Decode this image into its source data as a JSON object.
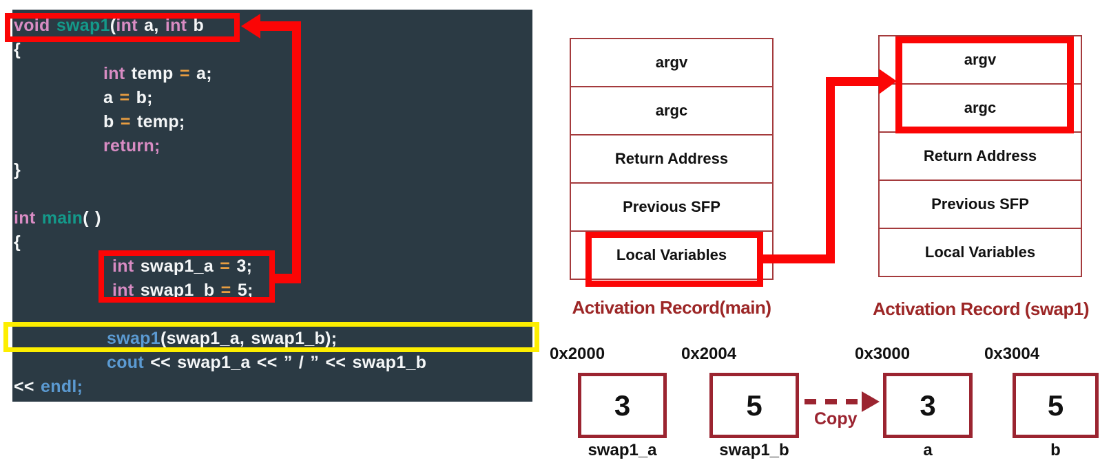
{
  "code": {
    "lines": [
      {
        "indent": 0,
        "tokens": [
          {
            "t": "void ",
            "c": "pink"
          },
          {
            "t": "swap1",
            "c": "teal"
          },
          {
            "t": "(",
            "c": "white"
          },
          {
            "t": "int",
            "c": "pink"
          },
          {
            "t": " a, ",
            "c": "white"
          },
          {
            "t": "int",
            "c": "pink"
          },
          {
            "t": " b",
            "c": "white"
          }
        ]
      },
      {
        "indent": 0,
        "tokens": [
          {
            "t": "{",
            "c": "white"
          }
        ]
      },
      {
        "indent": 1,
        "tokens": [
          {
            "t": "int",
            "c": "pink"
          },
          {
            "t": " temp ",
            "c": "white"
          },
          {
            "t": "=",
            "c": "orange"
          },
          {
            "t": " a;",
            "c": "white"
          }
        ]
      },
      {
        "indent": 1,
        "tokens": [
          {
            "t": "a ",
            "c": "white"
          },
          {
            "t": "=",
            "c": "orange"
          },
          {
            "t": " b;",
            "c": "white"
          }
        ]
      },
      {
        "indent": 1,
        "tokens": [
          {
            "t": "b ",
            "c": "white"
          },
          {
            "t": "=",
            "c": "orange"
          },
          {
            "t": " temp;",
            "c": "white"
          }
        ]
      },
      {
        "indent": 1,
        "tokens": [
          {
            "t": "return;",
            "c": "pink"
          }
        ]
      },
      {
        "indent": 0,
        "tokens": [
          {
            "t": "}",
            "c": "white"
          }
        ]
      },
      {
        "indent": 0,
        "tokens": []
      },
      {
        "indent": 0,
        "tokens": [
          {
            "t": "int ",
            "c": "pink"
          },
          {
            "t": "main",
            "c": "teal"
          },
          {
            "t": "( )",
            "c": "white"
          }
        ]
      },
      {
        "indent": 0,
        "tokens": [
          {
            "t": "{",
            "c": "white"
          }
        ]
      },
      {
        "indent": 2,
        "tokens": [
          {
            "t": "int ",
            "c": "pink"
          },
          {
            "t": "swap1_a ",
            "c": "white"
          },
          {
            "t": "= ",
            "c": "orange"
          },
          {
            "t": "3;",
            "c": "white"
          }
        ]
      },
      {
        "indent": 2,
        "tokens": [
          {
            "t": "int ",
            "c": "pink"
          },
          {
            "t": "swap1_b ",
            "c": "white"
          },
          {
            "t": "= ",
            "c": "orange"
          },
          {
            "t": "5;",
            "c": "white"
          }
        ]
      },
      {
        "indent": 0,
        "tokens": []
      },
      {
        "indent": 3,
        "tokens": [
          {
            "t": "swap1",
            "c": "blue"
          },
          {
            "t": "(swap1_a, swap1_b);",
            "c": "white"
          }
        ]
      },
      {
        "indent": 3,
        "tokens": [
          {
            "t": "cout ",
            "c": "blue"
          },
          {
            "t": "<< swap1_a << ” / ” << swap1_b",
            "c": "white"
          }
        ]
      },
      {
        "indent": 0,
        "tokens": [
          {
            "t": "<< ",
            "c": "white"
          },
          {
            "t": "endl;",
            "c": "blue"
          }
        ]
      },
      {
        "indent": 0,
        "tokens": [
          {
            "t": "}",
            "c": "white"
          }
        ]
      }
    ]
  },
  "records": [
    {
      "title": "Activation Record(main)",
      "rows": [
        "argv",
        "argc",
        "Return Address",
        "Previous SFP",
        "Local Variables"
      ],
      "highlighted_row": "Local Variables"
    },
    {
      "title": "Activation Record (swap1)",
      "rows": [
        "argv",
        "argc",
        "Return Address",
        "Previous SFP",
        "Local Variables"
      ],
      "highlighted_rows": "argv, argc"
    }
  ],
  "memory": {
    "cells": [
      {
        "address": "0x2000",
        "value": "3",
        "label": "swap1_a"
      },
      {
        "address": "0x2004",
        "value": "5",
        "label": "swap1_b"
      },
      {
        "address": "0x3000",
        "value": "3",
        "label": "a"
      },
      {
        "address": "0x3004",
        "value": "5",
        "label": "b"
      }
    ],
    "copy_label": "Copy"
  },
  "colors": {
    "code_background": "#2b3a44",
    "highlight_red": "#fb0505",
    "highlight_yellow": "#fdee00",
    "record_border": "#a43a3c",
    "memory_border": "#9b2430",
    "title_maroon": "#9c2626",
    "code_keyword_pink": "#d98cc4",
    "code_function_teal": "#14998a",
    "code_operator_orange": "#e89d41",
    "code_library_blue": "#5b9ad2"
  }
}
